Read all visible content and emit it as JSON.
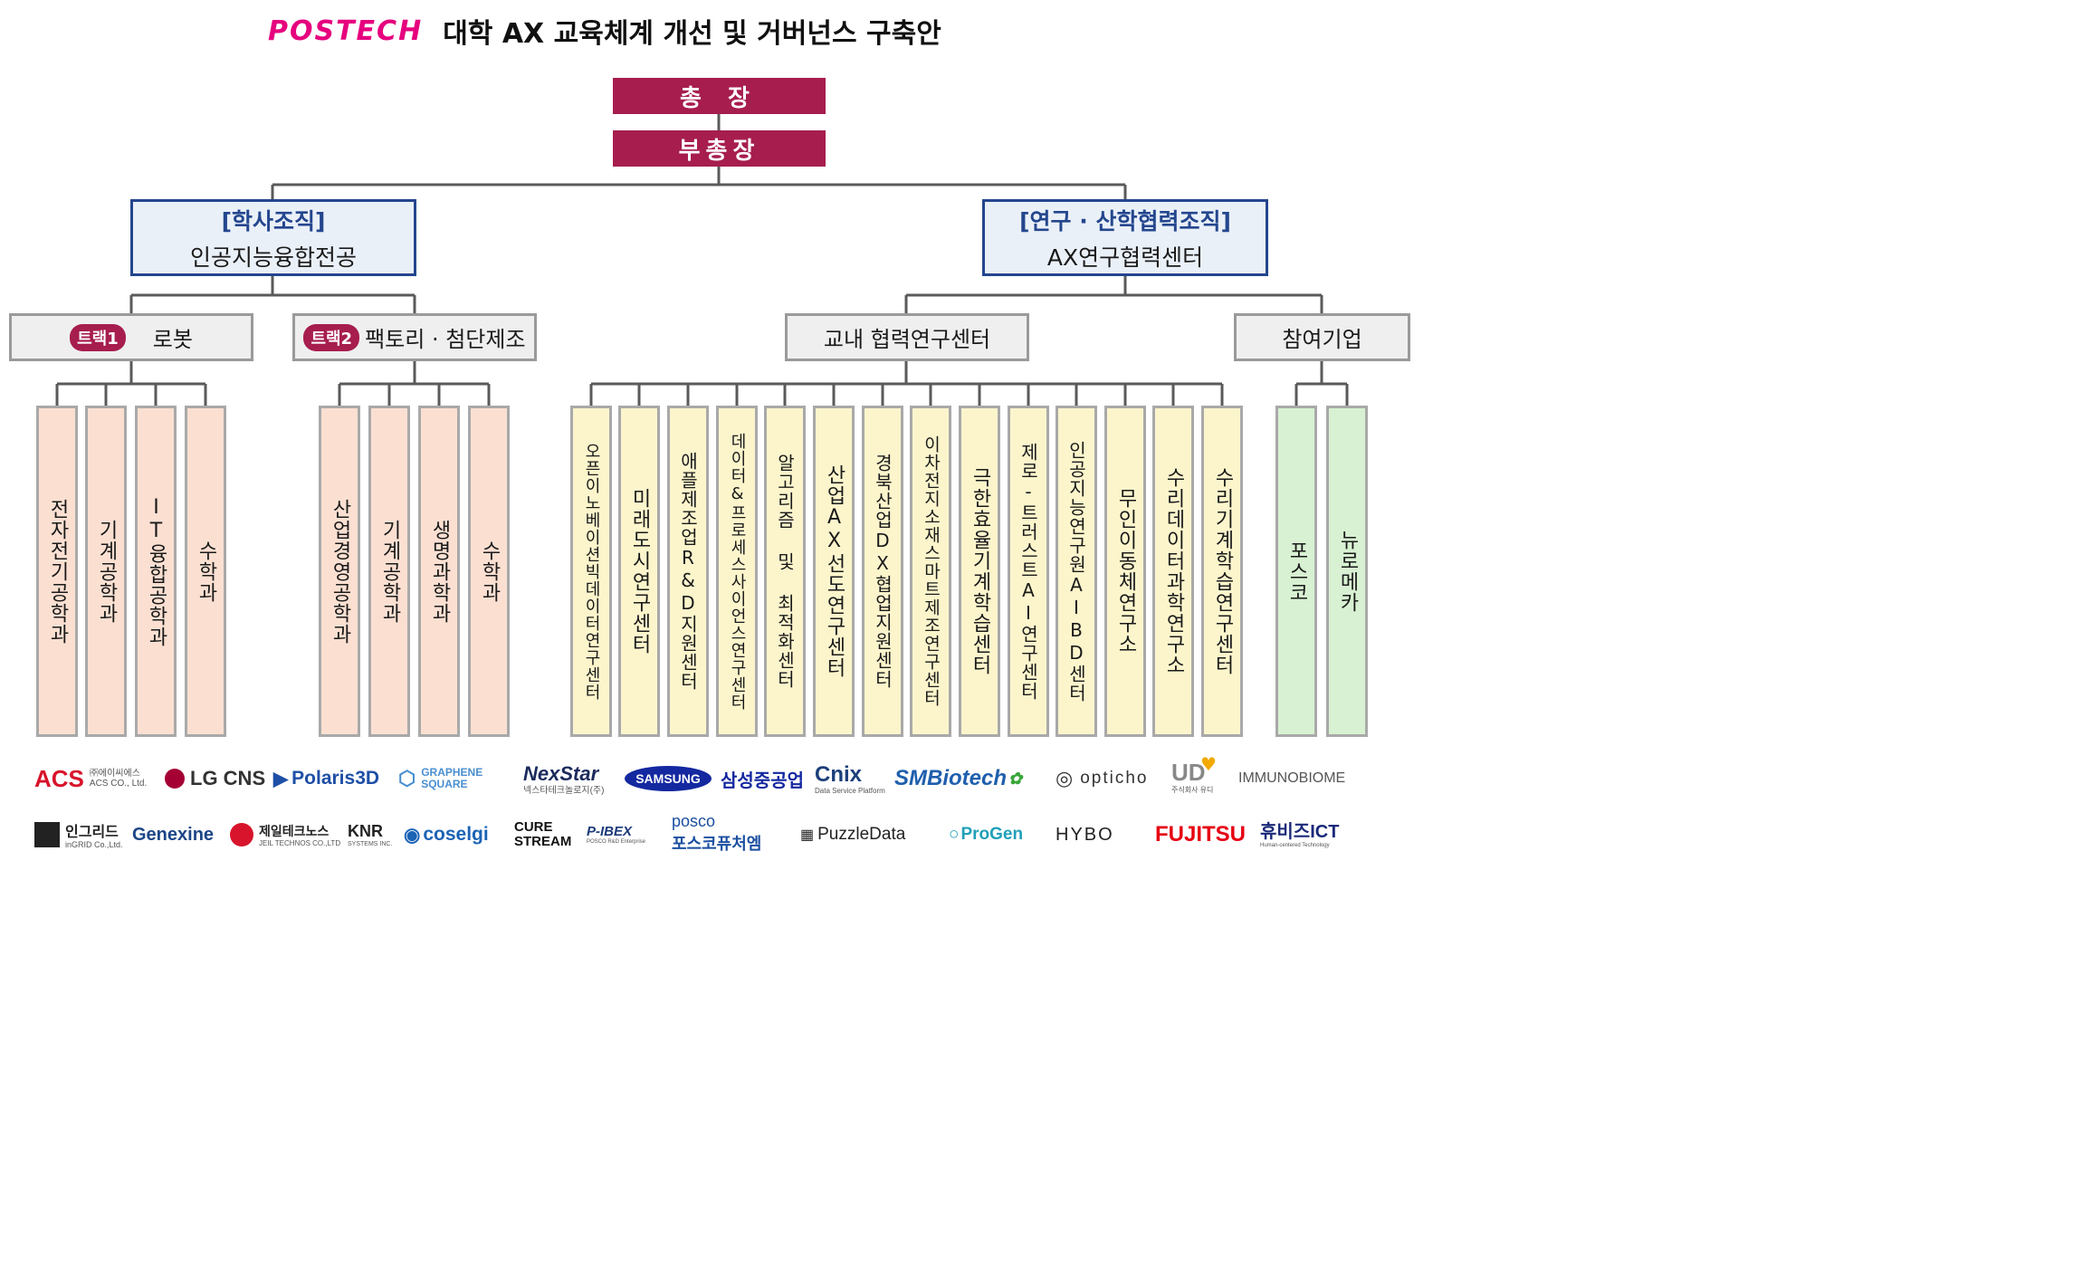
{
  "title": {
    "logo": "POSTECH",
    "text": "대학 AX 교육체계 개선 및 거버넌스 구축안"
  },
  "president": "총 장",
  "vice_president": "부총장",
  "academic": {
    "bracket": "[학사조직]",
    "name": "인공지능융합전공"
  },
  "research": {
    "bracket": "[연구 · 산학협력조직]",
    "name": "AX연구협력센터"
  },
  "track1": {
    "badge": "트랙1",
    "name": "로봇",
    "depts": [
      "전자전기공학과",
      "기계공학과",
      "IT융합공학과",
      "수학과"
    ]
  },
  "track2": {
    "badge": "트랙2",
    "name": "팩토리 · 첨단제조",
    "depts": [
      "산업경영공학과",
      "기계공학과",
      "생명과학과",
      "수학과"
    ]
  },
  "campus_center": {
    "name": "교내 협력연구센터",
    "centers": [
      "오픈이노베이션빅데이터연구센터",
      "미래도시연구센터",
      "애플제조업R&D지원센터",
      "데이터&프로세스사이언스연구센터",
      "알고리즘 및 최적화센터",
      "산업AX선도연구센터",
      "경북산업DX협업지원센터",
      "이차전지소재스마트제조연구센터",
      "극한효율기계학습센터",
      "제로-트러스트AI연구센터",
      "인공지능연구원AIBD센터",
      "무인이동체연구소",
      "수리데이터과학연구소",
      "수리기계학습연구센터"
    ]
  },
  "partners": {
    "name": "참여기업",
    "companies": [
      "포스코",
      "뉴로메카"
    ]
  },
  "logos_row1": [
    {
      "text": "ACS",
      "sub1": "㈜에이씨에스",
      "sub2": "ACS CO., Ltd.",
      "color": "#d7142b"
    },
    {
      "text": "LG CNS",
      "color": "#333333"
    },
    {
      "text": "Polaris3D",
      "color": "#1e4fa6"
    },
    {
      "text": "GRAPHENE SQUARE",
      "color": "#4a8fd0"
    },
    {
      "text": "NexStar",
      "sub1": "넥스타테크놀로지(주)",
      "color": "#1b2a5c"
    },
    {
      "text": "SAMSUNG",
      "color": "#1428a0"
    },
    {
      "text": "삼성중공업",
      "color": "#1428a0"
    },
    {
      "text": "Cnix",
      "sub1": "Data Service Platform",
      "color": "#1c3f7a"
    },
    {
      "text": "SMBiotech",
      "color": "#1f5fad"
    },
    {
      "text": "opticho",
      "color": "#333333"
    },
    {
      "text": "UD",
      "sub1": "주식회사 유디",
      "color": "#888888"
    },
    {
      "text": "IMMUNOBIOME",
      "color": "#555555"
    }
  ],
  "logos_row2": [
    {
      "text": "인그리드",
      "sub1": "inGRID Co.,Ltd.",
      "color": "#222222"
    },
    {
      "text": "Genexine",
      "color": "#1c4587"
    },
    {
      "text": "제일테크노스",
      "sub1": "JEIL TECHNOS CO.,LTD",
      "color": "#222222"
    },
    {
      "text": "KNR",
      "sub1": "SYSTEMS INC.",
      "color": "#222222"
    },
    {
      "text": "coselgi",
      "color": "#1b63b5"
    },
    {
      "text": "CURE STREAM",
      "color": "#111111"
    },
    {
      "text": "P-IBEX",
      "sub1": "POSCO R&D Enterprise",
      "color": "#1b3a7a"
    },
    {
      "text": "posco",
      "sub1": "포스코퓨처엠",
      "color": "#1b4fa0"
    },
    {
      "text": "PuzzleData",
      "color": "#222222"
    },
    {
      "text": "ProGen",
      "color": "#1fa0b8"
    },
    {
      "text": "HYBO",
      "color": "#222222"
    },
    {
      "text": "FUJITSU",
      "color": "#e60012"
    },
    {
      "text": "휴비즈ICT",
      "sub1": "Human-centered Technology",
      "color": "#1b2a7a"
    }
  ]
}
